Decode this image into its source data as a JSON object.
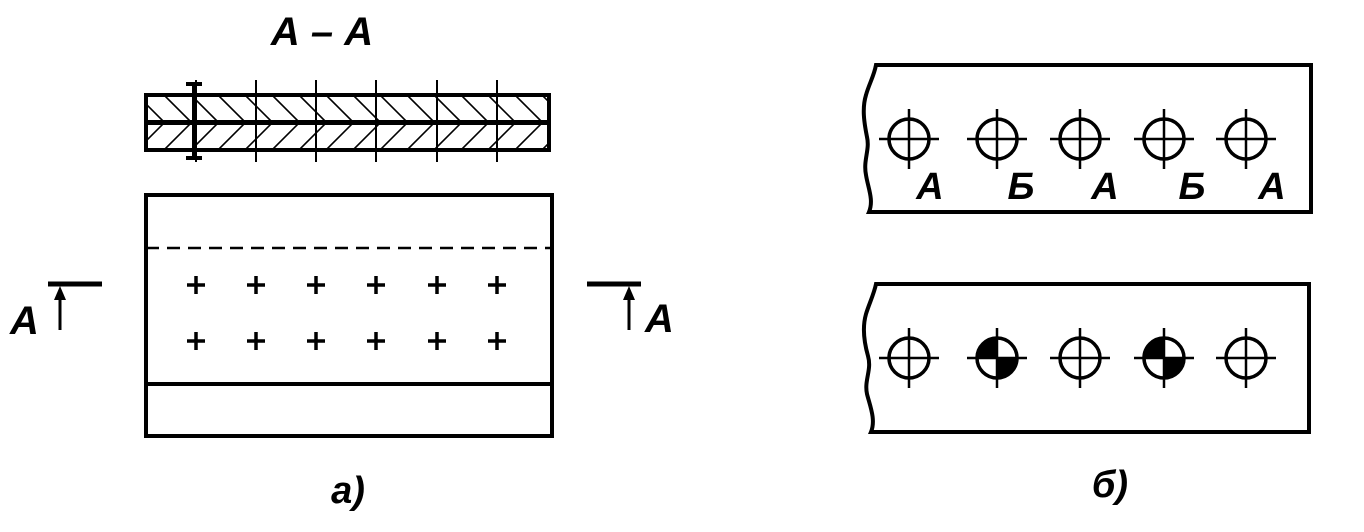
{
  "figure_a": {
    "section_title": "А – А",
    "cut_left_label": "А",
    "cut_right_label": "А",
    "caption": "а)",
    "weld_rows": 2,
    "weld_cols": 6
  },
  "figure_b": {
    "caption": "б)",
    "strip_top_labels": [
      "А",
      "Б",
      "А",
      "Б",
      "А"
    ],
    "strip_bottom_spots": [
      "plain",
      "filled",
      "plain",
      "filled",
      "plain"
    ]
  },
  "colors": {
    "line": "#000000",
    "background": "#ffffff"
  }
}
